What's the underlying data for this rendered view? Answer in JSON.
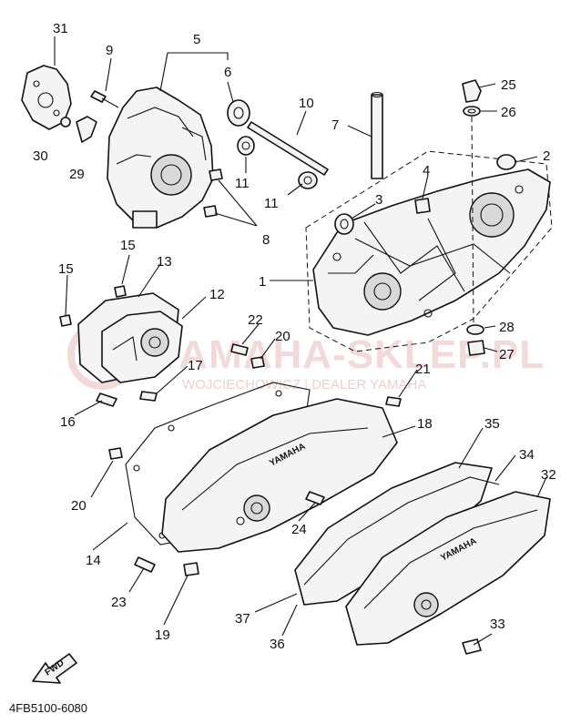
{
  "diagram": {
    "part_code": "4FB5100-6080",
    "fwd_label": "FWD",
    "watermark": {
      "main": "YAMAHA-SKLEP.PL",
      "sub": "WOJCIECHOWICZ | DEALER YAMAHA"
    },
    "brand_marks": [
      "YAMAHA",
      "YAMAHA"
    ],
    "callouts": [
      "1",
      "2",
      "3",
      "4",
      "5",
      "6",
      "7",
      "8",
      "9",
      "10",
      "11",
      "11",
      "12",
      "13",
      "14",
      "15",
      "15",
      "16",
      "17",
      "18",
      "19",
      "20",
      "20",
      "21",
      "22",
      "23",
      "24",
      "25",
      "26",
      "27",
      "28",
      "29",
      "30",
      "31",
      "32",
      "33",
      "34",
      "35",
      "36",
      "37"
    ]
  }
}
